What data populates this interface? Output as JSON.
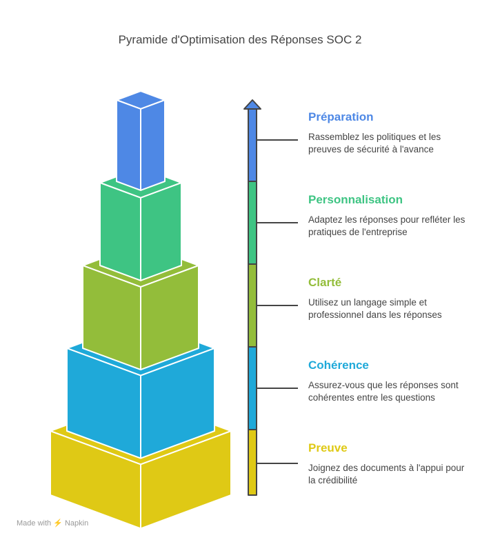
{
  "title": "Pyramide d'Optimisation des Réponses SOC 2",
  "levels": [
    {
      "title": "Préparation",
      "description": "Rassemblez les politiques et les preuves de sécurité à l'avance",
      "color": "#4E88E5"
    },
    {
      "title": "Personnalisation",
      "description": "Adaptez les réponses pour refléter les pratiques de l'entreprise",
      "color": "#3EC483"
    },
    {
      "title": "Clarté",
      "description": "Utilisez un langage simple et professionnel dans les réponses",
      "color": "#93BD3A"
    },
    {
      "title": "Cohérence",
      "description": "Assurez-vous que les réponses sont cohérentes entre les questions",
      "color": "#1FA9D9"
    },
    {
      "title": "Preuve",
      "description": "Joignez des documents à l'appui pour la crédibilité",
      "color": "#DFC915"
    }
  ],
  "footer": "Made with ⚡ Napkin"
}
